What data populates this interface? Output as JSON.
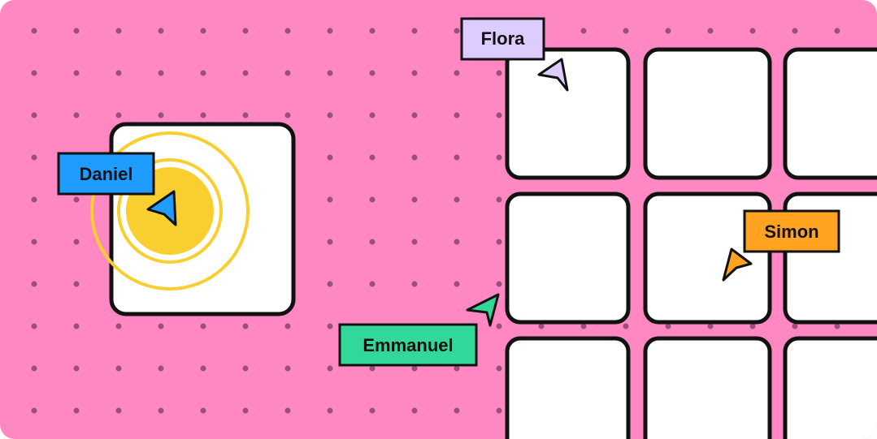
{
  "colors": {
    "background": "#ff88c2",
    "dot": "#9a4f78",
    "card": "#ffffff",
    "outline": "#111111",
    "focus_ring": "#f8cf2f"
  },
  "collaborators": [
    {
      "name": "Flora",
      "color": "#dcccff",
      "cursor_color": "#dcccff"
    },
    {
      "name": "Daniel",
      "color": "#1e9cff",
      "cursor_color": "#1e9cff"
    },
    {
      "name": "Simon",
      "color": "#ffa320",
      "cursor_color": "#ffa320"
    },
    {
      "name": "Emmanuel",
      "color": "#31d89a",
      "cursor_color": "#31d89a"
    }
  ]
}
